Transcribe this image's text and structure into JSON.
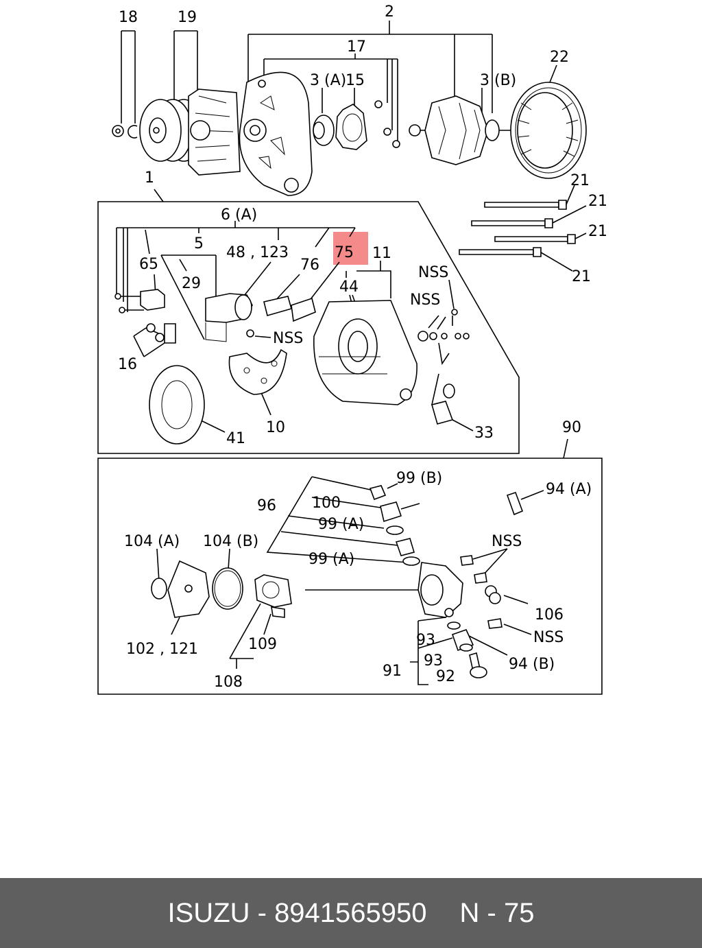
{
  "diagram": {
    "highlight_color": "#f48a8a",
    "labels": {
      "p2": "2",
      "p17": "17",
      "p18": "18",
      "p19": "19",
      "p22": "22",
      "p3a": "3 (A)",
      "p15": "15",
      "p3b": "3 (B)",
      "p1": "1",
      "p6a": "6 (A)",
      "p5": "5",
      "p48_123": "48 , 123",
      "p75": "75",
      "p11": "11",
      "p65": "65",
      "p76": "76",
      "p29": "29",
      "p44": "44",
      "nss1": "NSS",
      "nss2": "NSS",
      "nss3": "NSS",
      "p16": "16",
      "p10": "10",
      "p41": "41",
      "p33": "33",
      "p21a": "21",
      "p21b": "21",
      "p21c": "21",
      "p21d": "21",
      "p90": "90",
      "p99b": "99 (B)",
      "p94a": "94 (A)",
      "p96": "96",
      "p100": "100",
      "p99a1": "99 (A)",
      "p99a2": "99 (A)",
      "p104a": "104 (A)",
      "p104b": "104 (B)",
      "nss4": "NSS",
      "p106": "106",
      "nss5": "NSS",
      "p102_121": "102 , 121",
      "p109": "109",
      "p108": "108",
      "p93a": "93",
      "p93b": "93",
      "p94b": "94 (B)",
      "p91": "91",
      "p92": "92"
    }
  },
  "footer": {
    "brand_part": "ISUZU - 8941565950",
    "ref": "N - 75",
    "background": "#5f5f5f"
  }
}
